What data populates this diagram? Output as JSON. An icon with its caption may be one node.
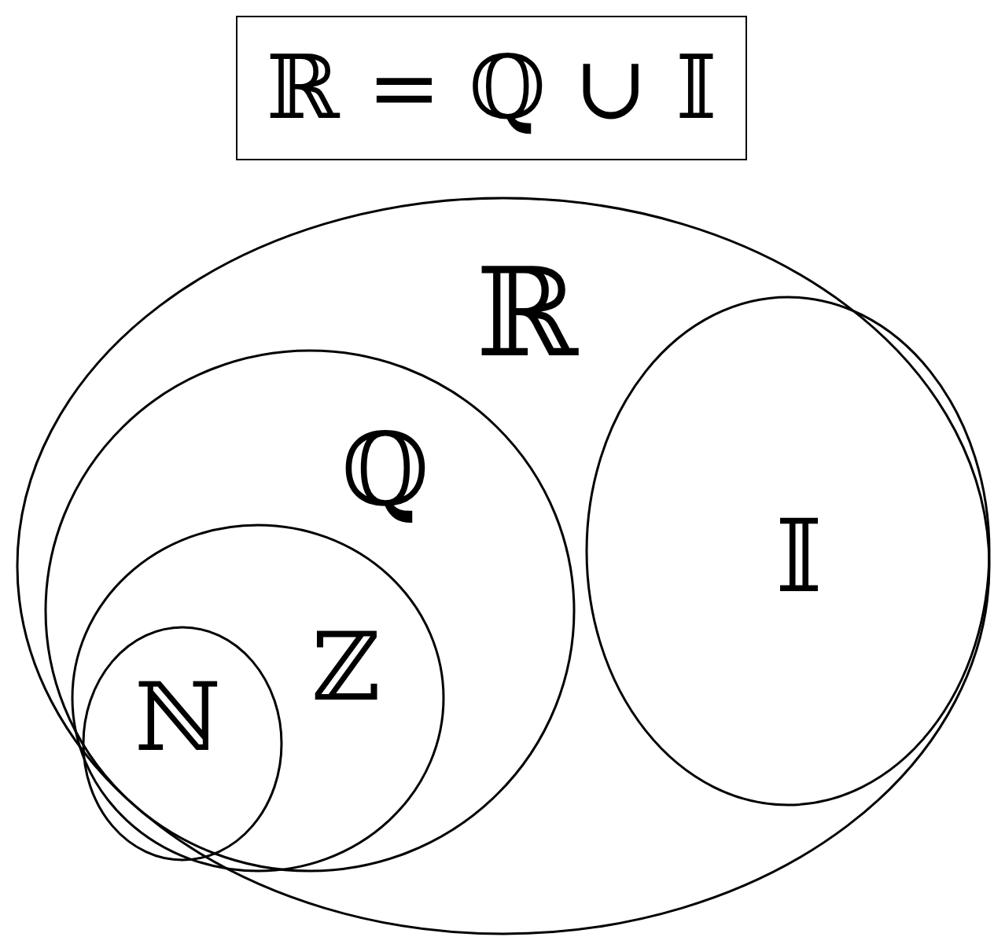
{
  "diagram": {
    "title": "ℝ = ℚ ∪ 𝕀",
    "nodes": [
      {
        "text": [
          "ℝ"
        ]
      },
      {
        "text": [
          "ℚ"
        ],
        "in": 0
      },
      {
        "text": [
          "ℤ"
        ],
        "in": 1
      },
      {
        "text": [
          "ℕ"
        ],
        "in": 2
      },
      {
        "text": [
          "𝕀"
        ],
        "in": 0
      }
    ]
  }
}
